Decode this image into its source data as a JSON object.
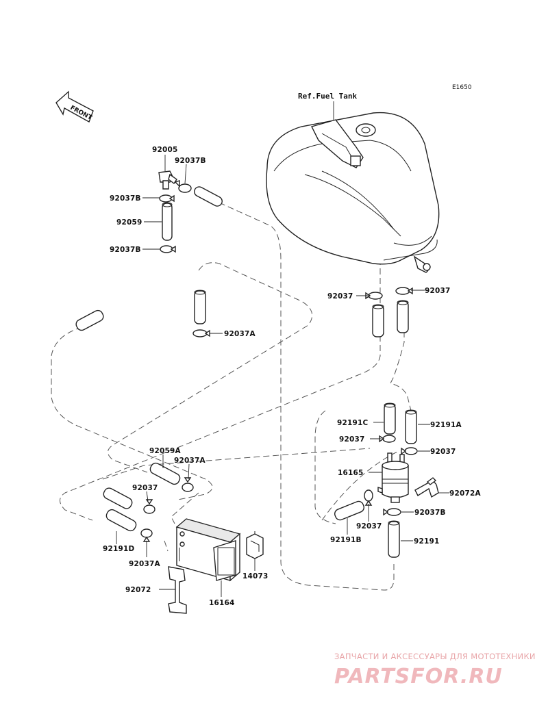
{
  "diagram": {
    "code": "E1650",
    "front_label": "FRONT",
    "ref_label": "Ref.Fuel Tank",
    "parts": [
      {
        "id": "p92005",
        "label": "92005"
      },
      {
        "id": "p92037B_top",
        "label": "92037B"
      },
      {
        "id": "p92037B_left",
        "label": "92037B"
      },
      {
        "id": "p92059",
        "label": "92059"
      },
      {
        "id": "p92037B_low",
        "label": "92037B"
      },
      {
        "id": "p92037A_mid",
        "label": "92037A"
      },
      {
        "id": "p92037_tankL",
        "label": "92037"
      },
      {
        "id": "p92037_tankR",
        "label": "92037"
      },
      {
        "id": "p92191C",
        "label": "92191C"
      },
      {
        "id": "p92191A",
        "label": "92191A"
      },
      {
        "id": "p92037_filtL",
        "label": "92037"
      },
      {
        "id": "p92037_filtR",
        "label": "92037"
      },
      {
        "id": "p16165",
        "label": "16165"
      },
      {
        "id": "p92072A",
        "label": "92072A"
      },
      {
        "id": "p92037B_filt",
        "label": "92037B"
      },
      {
        "id": "p92037_under",
        "label": "92037"
      },
      {
        "id": "p92191B",
        "label": "92191B"
      },
      {
        "id": "p92191",
        "label": "92191"
      },
      {
        "id": "p92059A",
        "label": "92059A"
      },
      {
        "id": "p92037A_can",
        "label": "92037A"
      },
      {
        "id": "p92037_can",
        "label": "92037"
      },
      {
        "id": "p92191D",
        "label": "92191D"
      },
      {
        "id": "p92037A_low",
        "label": "92037A"
      },
      {
        "id": "p92072",
        "label": "92072"
      },
      {
        "id": "p16164",
        "label": "16164"
      },
      {
        "id": "p14073",
        "label": "14073"
      }
    ]
  },
  "watermark": {
    "tagline": "ЗАПЧАСТИ И АКСЕССУАРЫ ДЛЯ МОТОТЕХНИКИ",
    "brand": "PARTSFOR.RU"
  }
}
